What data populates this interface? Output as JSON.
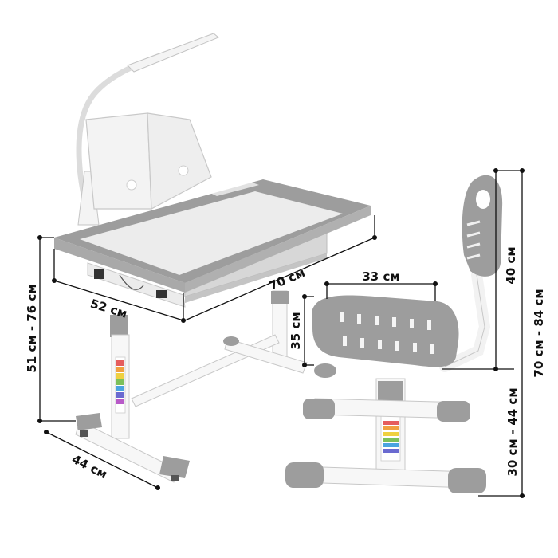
{
  "dimensions": {
    "desk_height": "51 см - 76 см",
    "desk_depth": "52 см",
    "desk_width": "70 см",
    "desk_base": "44 см",
    "seat_width": "33 см",
    "seat_depth": "35 см",
    "backrest_height": "40 см",
    "chair_total_height": "70 см - 84 см",
    "seat_height": "30 см - 44 см"
  },
  "colors": {
    "gray": "#9d9d9d",
    "light_gray": "#cfcfcf",
    "surface": "#ededed",
    "white_frame": "#f7f7f7",
    "outline": "#b9b9b9",
    "dim_line": "#111111"
  }
}
